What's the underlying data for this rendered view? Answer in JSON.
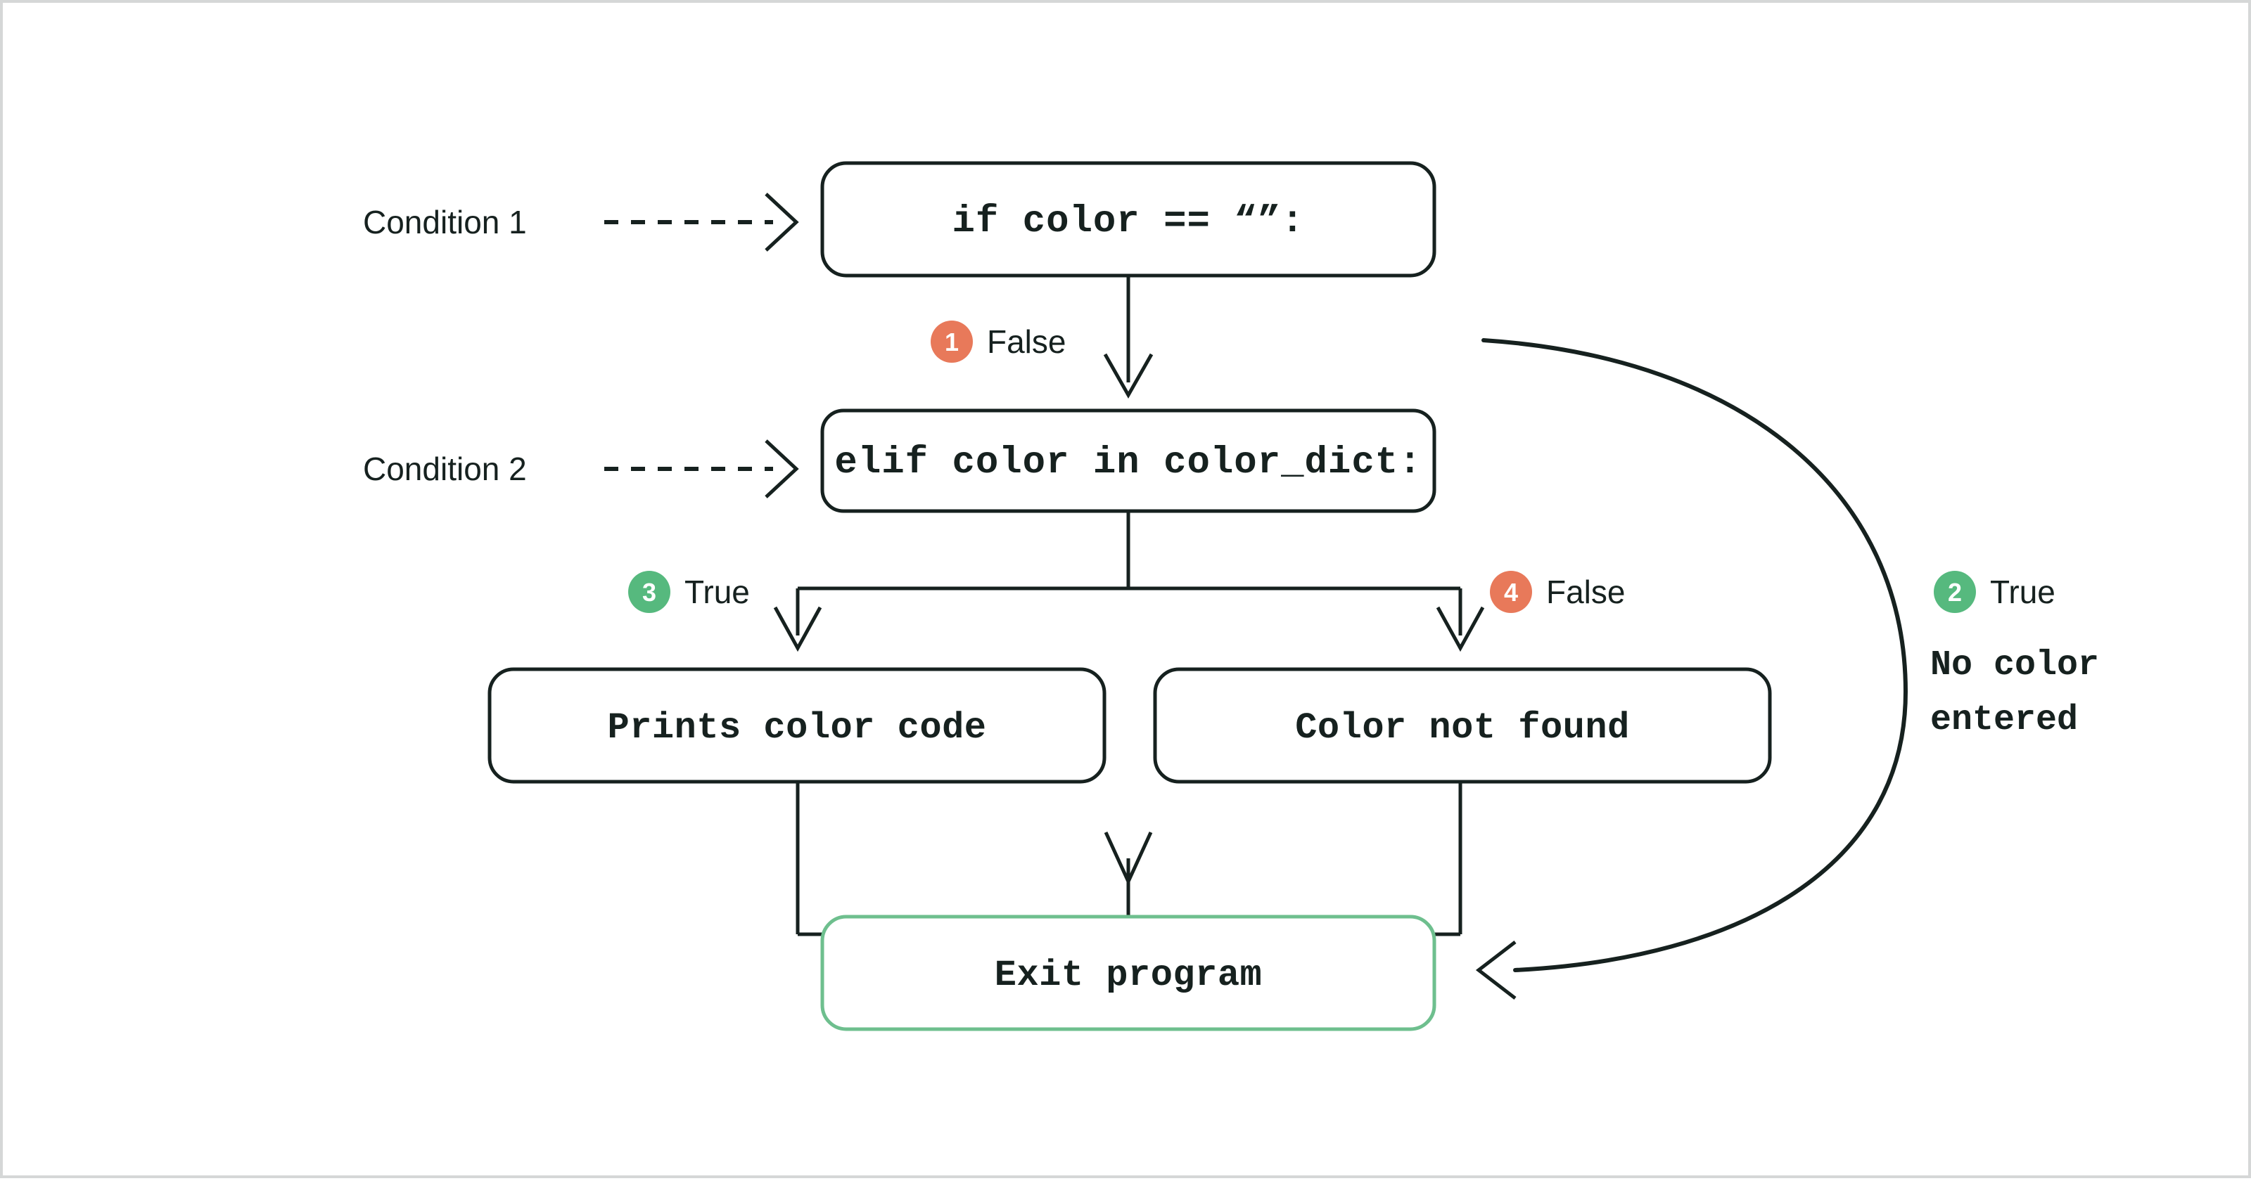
{
  "diagram": {
    "title": "Python if/elif flowchart for color lookup",
    "background_color": "#ffffff",
    "frame_color": "#d5d7d7",
    "stroke_color": "#16211f",
    "accent_orange": "#e8795a",
    "accent_green": "#56b97e",
    "terminal_border_color": "#6ebf8e"
  },
  "side_labels": {
    "condition_1": "Condition 1",
    "condition_2": "Condition 2"
  },
  "nodes": {
    "if_node": "if color == “”:",
    "elif_node": "elif color in color_dict:",
    "prints_node": "Prints color code",
    "not_found_node": "Color not found",
    "exit_node": "Exit program"
  },
  "branches": [
    {
      "number": "1",
      "label": "False",
      "color": "#e8795a",
      "from": "if_node"
    },
    {
      "number": "2",
      "label": "True",
      "color": "#56b97e",
      "from": "if_node"
    },
    {
      "number": "3",
      "label": "True",
      "color": "#56b97e",
      "from": "elif_node"
    },
    {
      "number": "4",
      "label": "False",
      "color": "#e8795a",
      "from": "elif_node"
    }
  ],
  "annotation": {
    "line_1": "No color",
    "line_2": "entered"
  }
}
